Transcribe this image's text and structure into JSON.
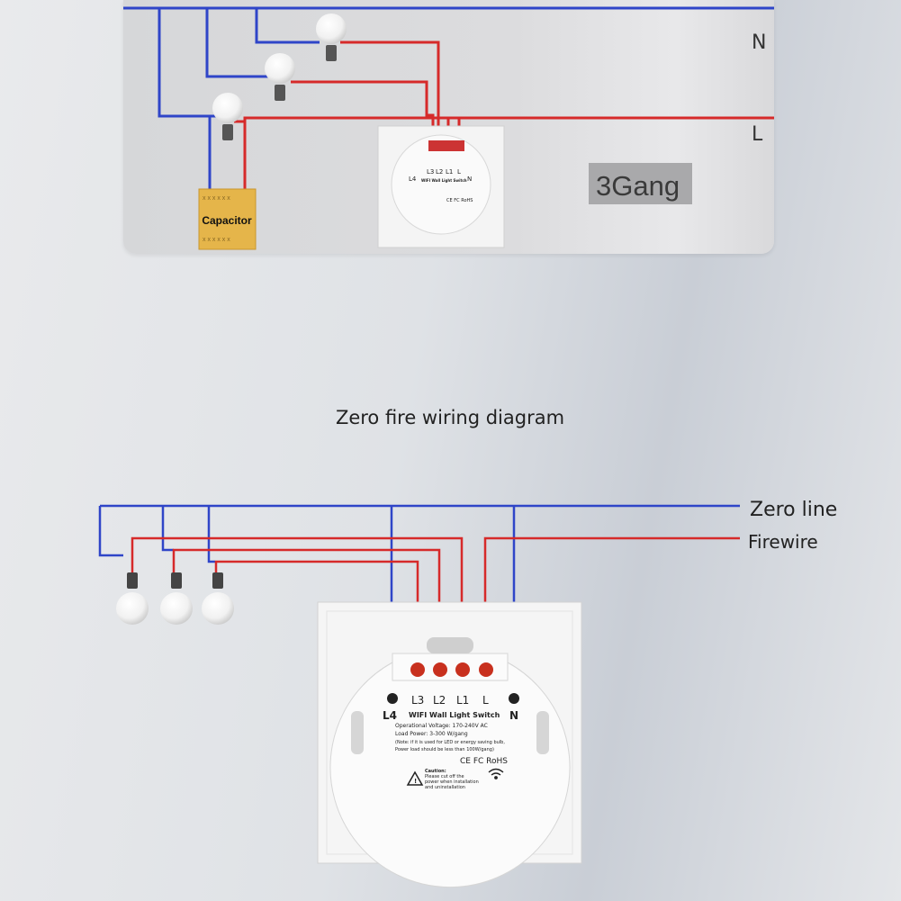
{
  "top": {
    "n_label": "N",
    "l_label": "L",
    "badge": "3Gang",
    "capacitor": "Capacitor",
    "terminals": [
      "L3",
      "L2",
      "L1",
      "L"
    ],
    "left_terminal": "L4",
    "right_terminal": "N",
    "switch_title": "WIFI Wall Light Switch"
  },
  "caption": "Zero fire wiring diagram",
  "bottom": {
    "zero_line": "Zero line",
    "firewire": "Firewire",
    "terminals": [
      "L3",
      "L2",
      "L1",
      "L"
    ],
    "left_terminal": "L4",
    "right_terminal": "N",
    "switch_title": "WIFI Wall Light Switch",
    "spec1": "Operational Voltage: 170-240V AC",
    "spec2": "Load Power: 3-300 W/gang",
    "note1": "(Note: if it is used for LED or energy saving bulb,",
    "note2": "Power load should be less than 100W/gang)",
    "marks": "CE FC RoHS",
    "caution_title": "Caution:",
    "caution1": "Please cut off the",
    "caution2": "power when installation",
    "caution3": "and uninstallation"
  },
  "colors": {
    "neutral": "#2f45c8",
    "live": "#d62a2a",
    "capacitor": "#e5b54a"
  }
}
